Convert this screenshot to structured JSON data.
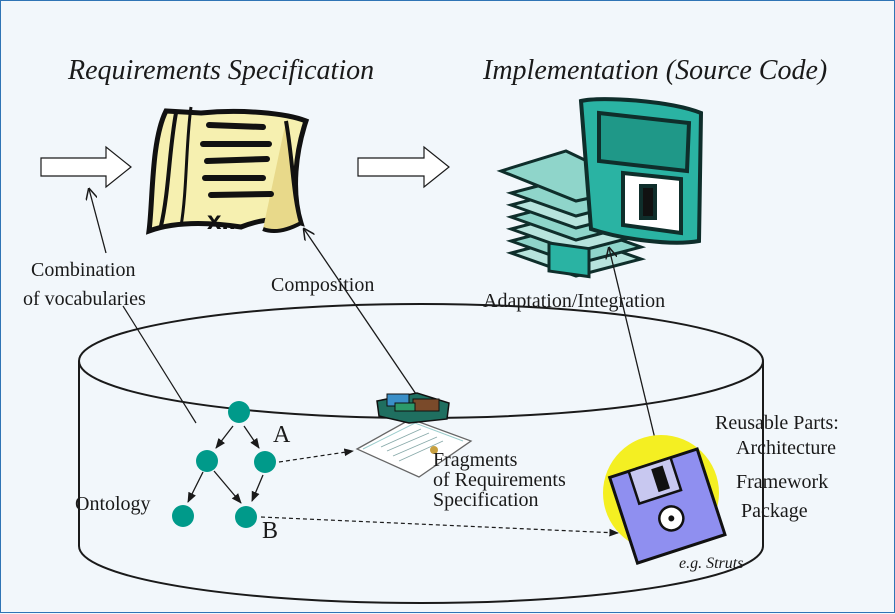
{
  "titles": {
    "requirements": "Requirements Specification",
    "implementation": "Implementation (Source Code)"
  },
  "labels": {
    "combination_line1": "Combination",
    "combination_line2": "of vocabularies",
    "composition": "Composition",
    "adaptation": "Adaptation/Integration",
    "ontology": "Ontology",
    "node_a": "A",
    "node_b": "B",
    "fragments_line1": "Fragments",
    "fragments_line2": "of Requirements",
    "fragments_line3": "Specification",
    "reusable_line1": "Reusable Parts:",
    "reusable_line2": "Architecture",
    "reusable_line3": "Framework",
    "reusable_line4": "Package",
    "eg_struts": "e.g. Struts"
  },
  "icons": {
    "scroll": "document-scroll-icon",
    "disk_stack": "disk-stack-icon",
    "briefcase": "briefcase-documents-icon",
    "floppy": "floppy-disk-icon"
  },
  "colors": {
    "border": "#2f74b5",
    "background": "#f2f7fb",
    "node": "#009a8a",
    "disk_teal": "#2ab3a3",
    "floppy_blue": "#8f8ff0",
    "halo_yellow": "#f4ef22",
    "scroll_paper": "#f6f0b0"
  }
}
